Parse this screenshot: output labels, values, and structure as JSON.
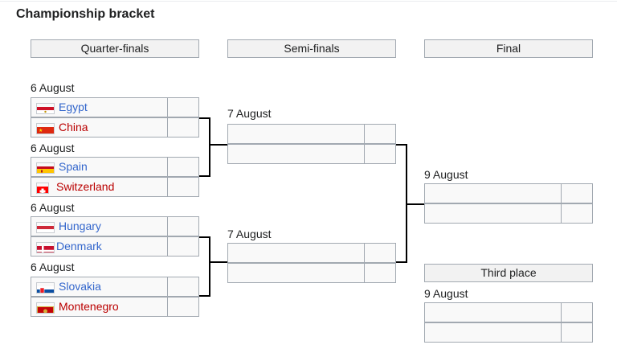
{
  "page": {
    "title": "Championship bracket"
  },
  "rounds": {
    "quarter_finals": "Quarter-finals",
    "semi_finals": "Semi-finals",
    "final": "Final",
    "third_place": "Third place"
  },
  "quarter_finals": [
    {
      "date": "6 August",
      "team1": {
        "name": "Egypt",
        "flag": "egypt-flag",
        "score": ""
      },
      "team2": {
        "name": "China",
        "flag": "china-flag",
        "score": ""
      }
    },
    {
      "date": "6 August",
      "team1": {
        "name": "Spain",
        "flag": "spain-flag",
        "score": ""
      },
      "team2": {
        "name": "Switzerland",
        "flag": "switzerland-flag",
        "score": ""
      }
    },
    {
      "date": "6 August",
      "team1": {
        "name": "Hungary",
        "flag": "hungary-flag",
        "score": ""
      },
      "team2": {
        "name": "Denmark",
        "flag": "denmark-flag",
        "score": ""
      }
    },
    {
      "date": "6 August",
      "team1": {
        "name": "Slovakia",
        "flag": "slovakia-flag",
        "score": ""
      },
      "team2": {
        "name": "Montenegro",
        "flag": "montenegro-flag",
        "score": ""
      }
    }
  ],
  "semi_finals": [
    {
      "date": "7 August"
    },
    {
      "date": "7 August"
    }
  ],
  "final": {
    "date": "9 August"
  },
  "third_place": {
    "date": "9 August"
  },
  "colors": {
    "link_blue": "#3366cc",
    "link_red": "#ba0000",
    "header_bg": "#f2f2f2",
    "cell_bg": "#f9f9f9",
    "border": "#a2a9b1"
  }
}
